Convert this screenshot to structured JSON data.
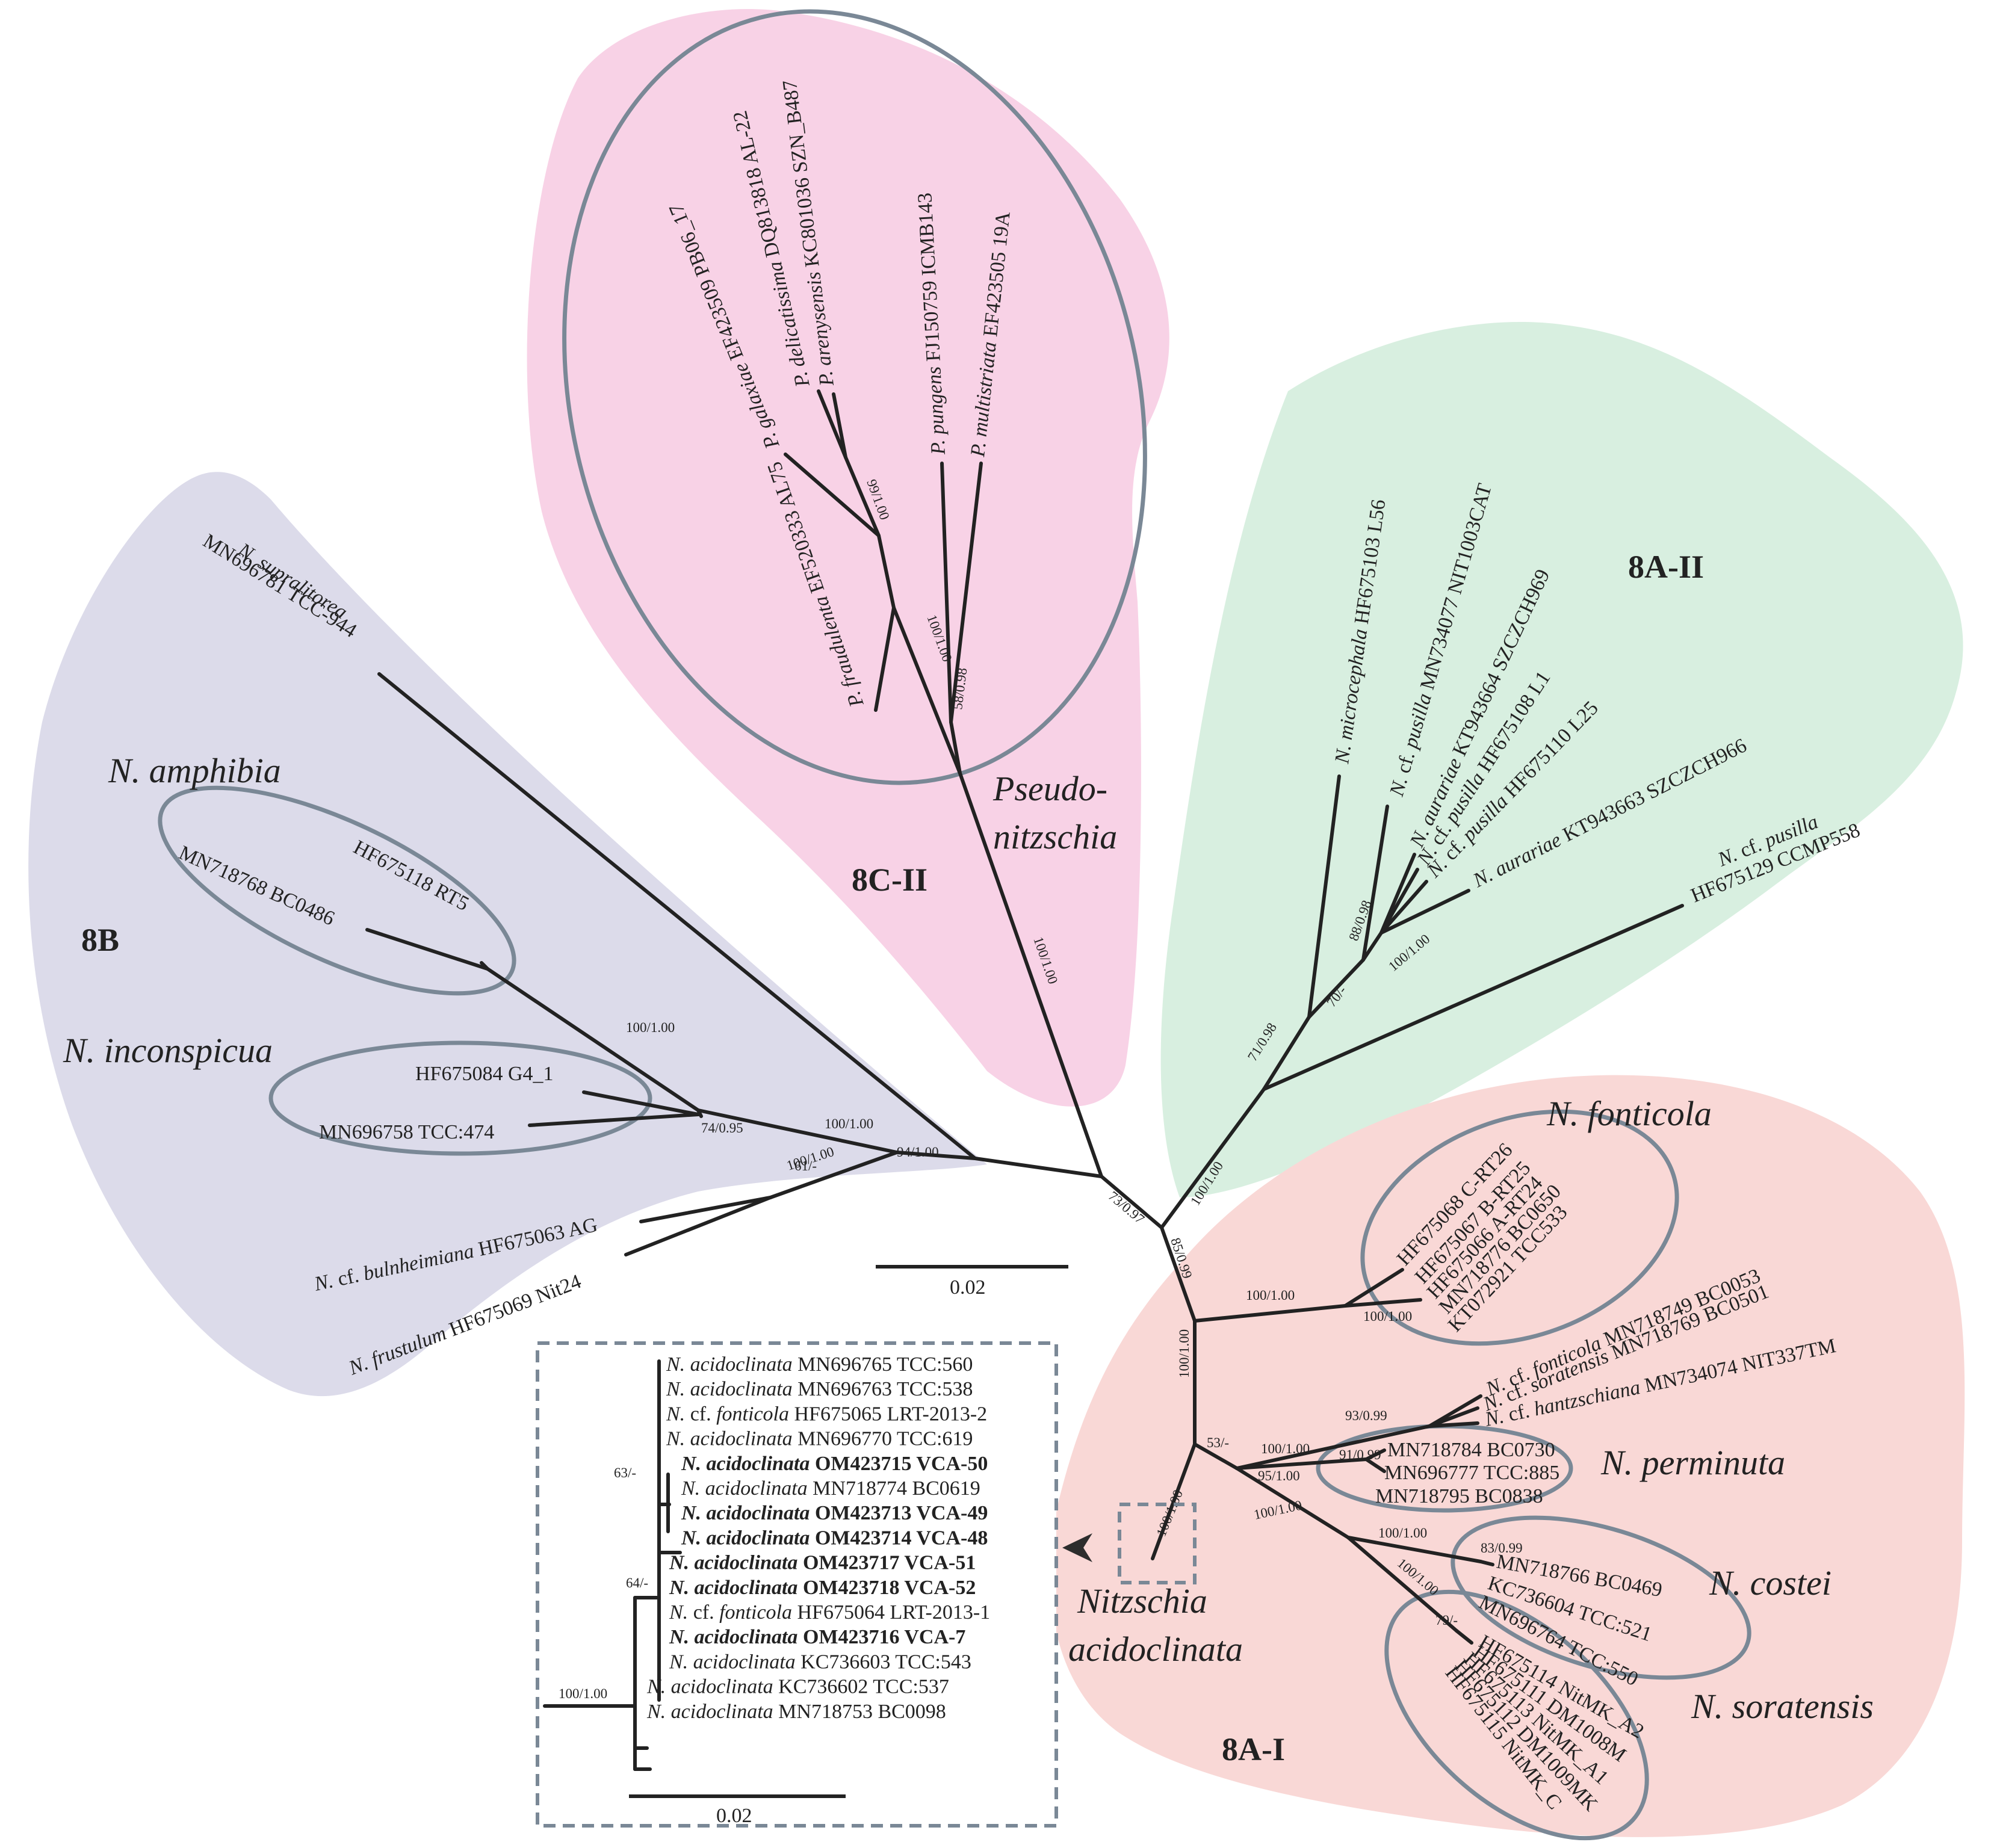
{
  "colors": {
    "clade_8B": "#dcdbea",
    "clade_8C_II": "#f8d2e6",
    "clade_8A_II": "#d8efe0",
    "clade_8A_I": "#f9d8d6",
    "ellipse_stroke": "#7a8896",
    "inset_border": "#7a8896",
    "branch": "#222222"
  },
  "clade_labels": {
    "c8B": "8B",
    "c8C_II": "8C-II",
    "c8A_II": "8A-II",
    "c8A_I": "8A-I"
  },
  "group_labels": {
    "amphibia": "N. amphibia",
    "inconspicua": "N. inconspicua",
    "pseudo_line1": "Pseudo-",
    "pseudo_line2": "nitzschia",
    "fonticola": "N. fonticola",
    "perminuta": "N. perminuta",
    "costei": "N. costei",
    "soratensis": "N. soratensis",
    "acido_line1": "Nitzschia",
    "acido_line2": "acidoclinata"
  },
  "scale": {
    "main": "0.02",
    "inset": "0.02"
  },
  "tips_8B": {
    "supralitorea_line1": {
      "sp": "N. supralitorea",
      "rest": ""
    },
    "supralitorea_line2": {
      "sp": "",
      "rest": "MN696781 TCC-944"
    },
    "bc0486": {
      "sp": "",
      "rest": "MN718768 BC0486"
    },
    "rt5": {
      "sp": "",
      "rest": "HF675118 RT5"
    },
    "g4": {
      "sp": "",
      "rest": "HF675084 G4_1"
    },
    "tcc474": {
      "sp": "",
      "rest": "MN696758 TCC:474"
    },
    "bulnheimiana": {
      "sp": "N. ",
      "mid": "cf. ",
      "sp2": "bulnheimiana",
      "rest": " HF675063 AG"
    },
    "frustulum": {
      "sp": "N. frustulum",
      "rest": " HF675069 Nit24"
    }
  },
  "tips_8C": {
    "galaxiae": {
      "sp": "P. galaxiae",
      "rest": " EF423509 PB06_17"
    },
    "delicatissima": {
      "sp": "P. delicatissima",
      "rest": " DQ813818 AL-22"
    },
    "arenysensis": {
      "sp": "P. arenysensis",
      "rest": " KC801036 SZN_B487"
    },
    "pungens": {
      "sp": "P. pungens",
      "rest": " FJ150759 ICMB143"
    },
    "multistriata": {
      "sp": "P. multistriata",
      "rest": " EF423505 19A"
    },
    "fraudulenta": {
      "sp": "P. fraudulenta",
      "rest": " EF520333 AL75"
    }
  },
  "tips_8AII": {
    "microcephala": {
      "sp": "N. microcephala",
      "rest": " HF675103 L56"
    },
    "pusilla_mn": {
      "sp": "N. ",
      "mid": "cf. ",
      "sp2": "pusilla",
      "rest": " MN734077 NIT1003CAT"
    },
    "aurariae_kt64": {
      "sp": "N. aurariae",
      "rest": " KT943664 SZCZCH969"
    },
    "pusilla_l1": {
      "sp": "N. ",
      "mid": "cf. ",
      "sp2": "pusilla",
      "rest": " HF675108 L1"
    },
    "pusilla_l25": {
      "sp": "N. ",
      "mid": "cf. ",
      "sp2": "pusilla",
      "rest": " HF675110 L25"
    },
    "aurariae_kt63": {
      "sp": "N. aurariae",
      "rest": " KT943663 SZCZCH966"
    },
    "pusilla_ccmp_line1": {
      "sp": "N. ",
      "mid": "cf. ",
      "sp2": "pusilla",
      "rest": ""
    },
    "pusilla_ccmp_line2": {
      "sp": "",
      "rest": "HF675129 CCMP558"
    }
  },
  "tips_8AI": {
    "crt26": "HF675068 C-RT26",
    "brt25": "HF675067 B-RT25",
    "art24": "HF675066 A-RT24",
    "bc0650": "MN718776 BC0650",
    "tcc533": "KT072921 TCC533",
    "fonticola_bc0053": {
      "sp": "N. ",
      "mid": "cf. ",
      "sp2": "fonticola",
      "rest": " MN718749 BC0053"
    },
    "soratensis_bc0501": {
      "sp": "N. ",
      "mid": "cf. ",
      "sp2": "soratensis",
      "rest": " MN718769 BC0501"
    },
    "hantzschiana": {
      "sp": "N. ",
      "mid": "cf. ",
      "sp2": "hantzschiana",
      "rest": " MN734074 NIT337TM"
    },
    "bc0730": "MN718784 BC0730",
    "tcc885": "MN696777 TCC:885",
    "bc0838": "MN718795 BC0838",
    "bc0469": "MN718766 BC0469",
    "tcc521": "KC736604 TCC:521",
    "tcc550": "MN696764 TCC:550",
    "nitmk_a2": "HF675114 NitMK_A2",
    "dm1008m": "HF675111 DM1008M",
    "nitmk_a1": "HF675113 NitMK_A1",
    "dm1009mk": "HF675112 DM1009MK",
    "nitmk_c": "HF675115 NitMK_C"
  },
  "inset_tips": [
    {
      "sp": "N. acidoclinata",
      "rest": " MN696765 TCC:560",
      "bold": false
    },
    {
      "sp": "N. acidoclinata",
      "rest": " MN696763 TCC:538",
      "bold": false
    },
    {
      "sp": "N. ",
      "mid": "cf. ",
      "sp2": "fonticola",
      "rest": " HF675065 LRT-2013-2",
      "bold": false
    },
    {
      "sp": "N. acidoclinata",
      "rest": " MN696770 TCC:619",
      "bold": false
    },
    {
      "sp": "N. acidoclinata",
      "rest": " OM423715 VCA-50",
      "bold": true
    },
    {
      "sp": "N. acidoclinata",
      "rest": " MN718774 BC0619",
      "bold": false
    },
    {
      "sp": "N. acidoclinata",
      "rest": " OM423713 VCA-49",
      "bold": true
    },
    {
      "sp": "N. acidoclinata",
      "rest": " OM423714 VCA-48",
      "bold": true
    },
    {
      "sp": "N. acidoclinata",
      "rest": " OM423717 VCA-51",
      "bold": true
    },
    {
      "sp": "N. acidoclinata",
      "rest": " OM423718 VCA-52",
      "bold": true
    },
    {
      "sp": "N. ",
      "mid": "cf. ",
      "sp2": "fonticola",
      "rest": " HF675064 LRT-2013-1",
      "bold": false
    },
    {
      "sp": "N. acidoclinata",
      "rest": " OM423716 VCA-7",
      "bold": true
    },
    {
      "sp": "N. acidoclinata",
      "rest": " KC736603 TCC:543",
      "bold": false
    },
    {
      "sp": "N. acidoclinata",
      "rest": " KC736602 TCC:537",
      "bold": false
    },
    {
      "sp": "N. acidoclinata",
      "rest": " MN718753 BC0098",
      "bold": false
    }
  ],
  "support": {
    "s_8b_root": "61/-",
    "s_8b_9400": "94/1.00",
    "s_8b_inner": "100/1.00",
    "s_8b_amph": "100/1.00",
    "s_8b_incon": "74/0.95",
    "s_8b_bul": "100/1.00",
    "s_root_73": "73/0.97",
    "s_85": "85/0.99",
    "s_8c_stem": "100/1.00",
    "s_8c_58": "58/0.98",
    "s_8c_100": "100/1.00",
    "s_8c_99": "99/1.00",
    "s_8aii_stem": "100/1.00",
    "s_8aii_71": "71/0.98",
    "s_8aii_70": "70/-",
    "s_8aii_88": "88/0.98",
    "s_8aii_100": "100/1.00",
    "s_8ai_100a": "100/1.00",
    "s_8ai_fonti": "100/1.00",
    "s_8ai_fonti2": "100/1.00",
    "s_8ai_53": "53/-",
    "s_8ai_acido": "100/1.00",
    "s_8ai_93": "93/0.99",
    "s_8ai_perm1": "100/1.00",
    "s_8ai_91": "91/0.99",
    "s_8ai_95": "95/1.00",
    "s_8ai_cost1": "100/1.00",
    "s_8ai_83": "83/0.99",
    "s_8ai_cost2": "100/1.00",
    "s_8ai_sora": "100/1.00",
    "s_8ai_79": "79/-",
    "s_inset_63": "63/-",
    "s_inset_64": "64/-",
    "s_inset_100": "100/1.00"
  }
}
